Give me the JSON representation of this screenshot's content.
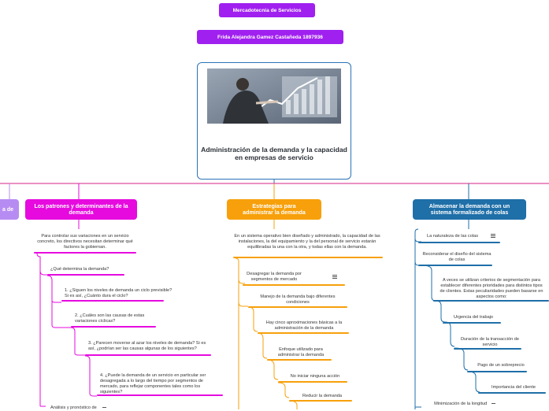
{
  "top": {
    "course": "Mercadotecnia de Servicios",
    "author": "Frida Alejandra Gamez Castañeda 1897936"
  },
  "central": {
    "title": "Administración de la demanda y la capacidad en empresas de servicio",
    "image_icon": "business-growth-chart-image"
  },
  "left_partial": {
    "label": "a de"
  },
  "branch_patrones": {
    "title": "Los patrones y determinantes de la demanda",
    "intro": "Para controlar sus variaciones en un servicio concreto, los directivos necesitan determinar qué factores la gobiernan.",
    "q0": "¿Qué determina la demanda?",
    "q1": "1. ¿Siguen los niveles de demanda un ciclo previsible? Si es así, ¿Cuánto dura el ciclo?",
    "q2": "2. ¿Cuáles son las causas de estas variaciones cíclicas?",
    "q3": "3. ¿Parecen moverse al azar los niveles de demanda? Si es así, ¿podrían ser las causas algunas de los siguientes?",
    "q4": "4. ¿Puede la demanda de un servicio en particular ser desagregada a lo largo del tiempo por segmentos de mercado, para reflejar componentes tales como los siguientes?",
    "analysis": "Análisis y pronóstico de"
  },
  "branch_estrategias": {
    "title": "Estrategias para administrar la demanda",
    "intro": "En un sistema operativo bien diseñado y administrado, la capacidad de las instalaciones, la del equipamiento y la del personal de servicio estarán equilibradas la una con la otra, y todas ellas con la demanda.",
    "items": [
      "Desagregar la demanda por segmentos de mercado",
      "Manejo de la demanda bajo diferentes condiciones",
      "Hay cinco aproximaciones básicas a la administración de la demanda",
      "Enfoque utilizado para administrar la demanda",
      "No iniciar ninguna acción",
      "Reducir la demanda"
    ]
  },
  "branch_almacenar": {
    "title": "Almacenar la demanda con un sistema formalizado de colas",
    "items": [
      "La naturaleza de las colas",
      "Reconsiderar el diseño del sistema de colas",
      "A veces se utilizan criterios de segmentación para establecer diferentes prioridades para distintos tipos de clientes. Estas peculiaridades pueden basarse en aspectos como:",
      "Urgencia del trabajo",
      "Duración de la transacción de servicio",
      "Pago de un sobreprecio",
      "Importancia del cliente",
      "Minimización de la longitud"
    ]
  },
  "colors": {
    "purple": "#a020f0",
    "magenta": "#e60adf",
    "orange": "#f7a00b",
    "blue": "#1f6fa8",
    "central_border": "#2a73b6",
    "lavender": "#b78cf2"
  }
}
